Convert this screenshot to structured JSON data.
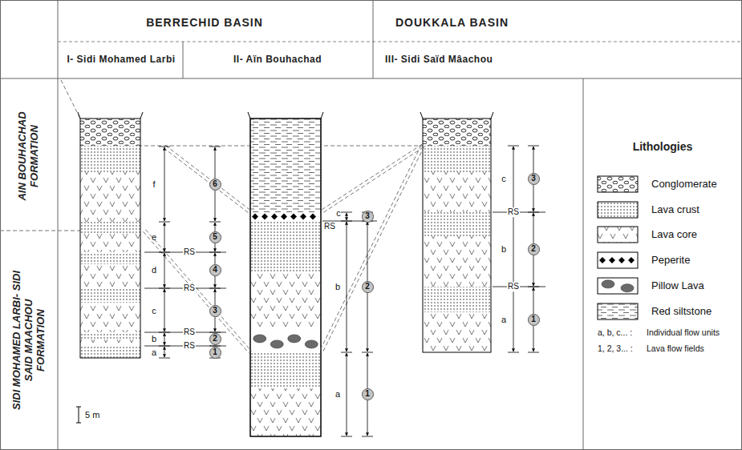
{
  "diagram": {
    "nodes": [
      {
        "text": [
          "6"
        ]
      },
      {
        "text": [
          "5"
        ]
      },
      {
        "text": [
          "4"
        ]
      },
      {
        "text": [
          "3"
        ]
      },
      {
        "text": [
          "2"
        ]
      },
      {
        "text": [
          "1"
        ]
      },
      {
        "text": [
          "3"
        ]
      },
      {
        "text": [
          "2"
        ]
      },
      {
        "text": [
          "1"
        ]
      },
      {
        "text": [
          "3"
        ]
      },
      {
        "text": [
          "2"
        ]
      },
      {
        "text": [
          "1"
        ]
      }
    ],
    "labels": [
      "BERRECHID BASIN",
      "DOUKKALA BASIN",
      "I- Sidi Mohamed Larbi",
      "II- Aïn Bouhachad",
      "III- Sidi Saïd Mâachou",
      "AIN BOUHACHAD FORMATION",
      "SIDI MOHAMED LARBI- SIDI SAID MAACHOU FORMATION",
      "Lithologies",
      "5 m",
      "f",
      "e",
      "d",
      "c",
      "b",
      "a",
      "RS",
      "RS",
      "RS",
      "RS",
      "c",
      "b",
      "a",
      "RS",
      "c",
      "b",
      "a",
      "RS",
      "RS",
      "a, b, c... :",
      "1, 2, 3... :"
    ],
    "legend": [
      {
        "text": "Conglomerate"
      },
      {
        "text": "Lava crust"
      },
      {
        "text": "Lava core"
      },
      {
        "text": "Peperite"
      },
      {
        "text": "Pillow Lava"
      },
      {
        "text": "Red siltstone"
      },
      {
        "text": "Individual flow units"
      },
      {
        "text": "Lava flow fields"
      }
    ]
  }
}
